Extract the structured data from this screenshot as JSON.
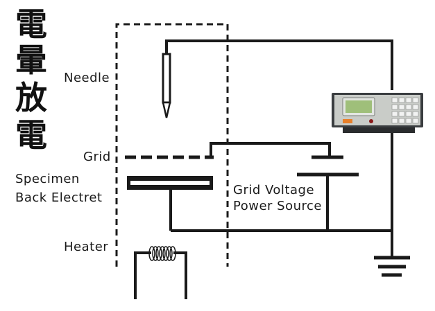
{
  "title": {
    "chars": [
      "電",
      "暈",
      "放",
      "電"
    ],
    "text": "電暈放電"
  },
  "labels": {
    "needle": "Needle",
    "grid": "Grid",
    "specimen": "Specimen",
    "back_electret": "Back Electret",
    "heater": "Heater",
    "grid_voltage_line1": "Grid Voltage",
    "grid_voltage_line2": "Power Source"
  },
  "components": [
    {
      "id": "needle",
      "type": "corona-needle"
    },
    {
      "id": "grid",
      "type": "dashed-grid-electrode"
    },
    {
      "id": "specimen",
      "type": "specimen-plate"
    },
    {
      "id": "heater",
      "type": "heater-coil"
    },
    {
      "id": "grid-supply",
      "type": "dc-battery"
    },
    {
      "id": "hv-supply",
      "type": "high-voltage-power-supply"
    },
    {
      "id": "ground",
      "type": "ground"
    },
    {
      "id": "enclosure",
      "type": "dashed-chamber-outline"
    }
  ],
  "colors": {
    "line": "#1a1a1a",
    "device_body": "#3a3d40",
    "device_panel": "#c9ccc8",
    "device_screen": "#9fbf7a",
    "device_indicator": "#e8802a",
    "device_knob": "#8a1a1a"
  }
}
